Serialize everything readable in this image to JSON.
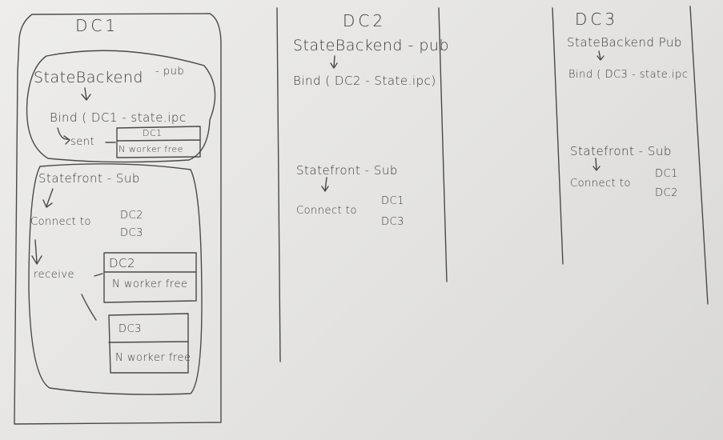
{
  "dc1": {
    "title": "DC1",
    "backend": "StateBackend",
    "backend_suffix": "- pub",
    "bind": "Bind ( DC1 - state.ipc",
    "sent": "sent",
    "msg_dc": "DC1",
    "msg_body": "N worker free",
    "front": "Statefront - Sub",
    "connect": "Connect to",
    "targets": [
      "DC2",
      "DC3"
    ],
    "receive": "receive",
    "recv1_dc": "DC2",
    "recv1_body": "N worker free",
    "recv2_dc": "DC3",
    "recv2_body": "N worker free"
  },
  "dc2": {
    "title": "DC2",
    "backend": "StateBackend - pub",
    "bind": "Bind ( DC2 - State.ipc)",
    "front": "Statefront - Sub",
    "connect": "Connect to",
    "targets": [
      "DC1",
      "DC3"
    ]
  },
  "dc3": {
    "title": "DC3",
    "backend": "StateBackend Pub",
    "bind": "Bind ( DC3 - state.ipc",
    "front": "Statefront - Sub",
    "connect": "Connect to",
    "targets": [
      "DC1",
      "DC2"
    ]
  }
}
